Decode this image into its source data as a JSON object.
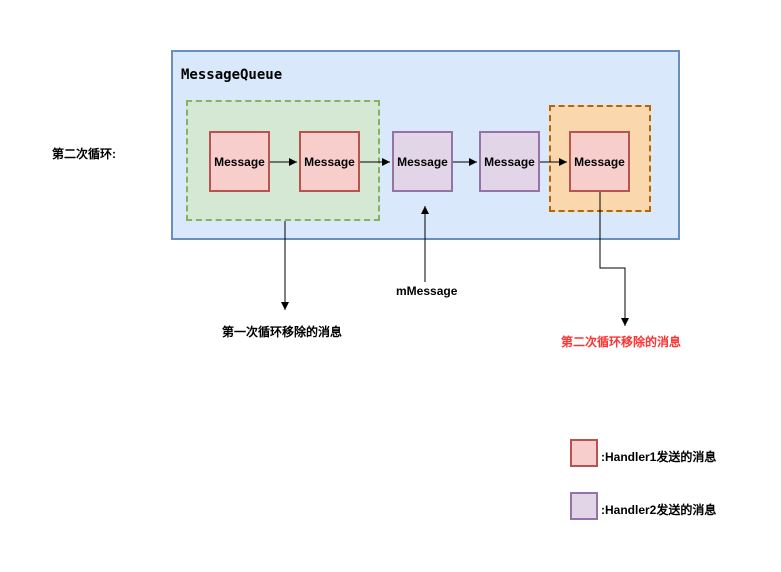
{
  "queue": {
    "title": "MessageQueue"
  },
  "loop_label": "第二次循环:",
  "messages": [
    {
      "label": "Message",
      "sender": "Handler1"
    },
    {
      "label": "Message",
      "sender": "Handler1"
    },
    {
      "label": "Message",
      "sender": "Handler2"
    },
    {
      "label": "Message",
      "sender": "Handler2"
    },
    {
      "label": "Message",
      "sender": "Handler1"
    }
  ],
  "pointer_label": "mMessage",
  "removed_first_label": "第一次循环移除的消息",
  "removed_second_label": "第二次循环移除的消息",
  "legend": {
    "handler1": ":Handler1发送的消息",
    "handler2": ":Handler2发送的消息"
  },
  "colors": {
    "queue_fill": "#dae8fc",
    "queue_stroke": "#6c8ebf",
    "green_fill": "#d5e8d4",
    "green_stroke": "#82b366",
    "orange_fill": "#fad7ac",
    "orange_stroke": "#b46504",
    "handler1_fill": "#f8cecc",
    "handler1_stroke": "#b85450",
    "handler2_fill": "#e1d5e7",
    "handler2_stroke": "#9673a6",
    "highlight_text": "#ff3333"
  }
}
